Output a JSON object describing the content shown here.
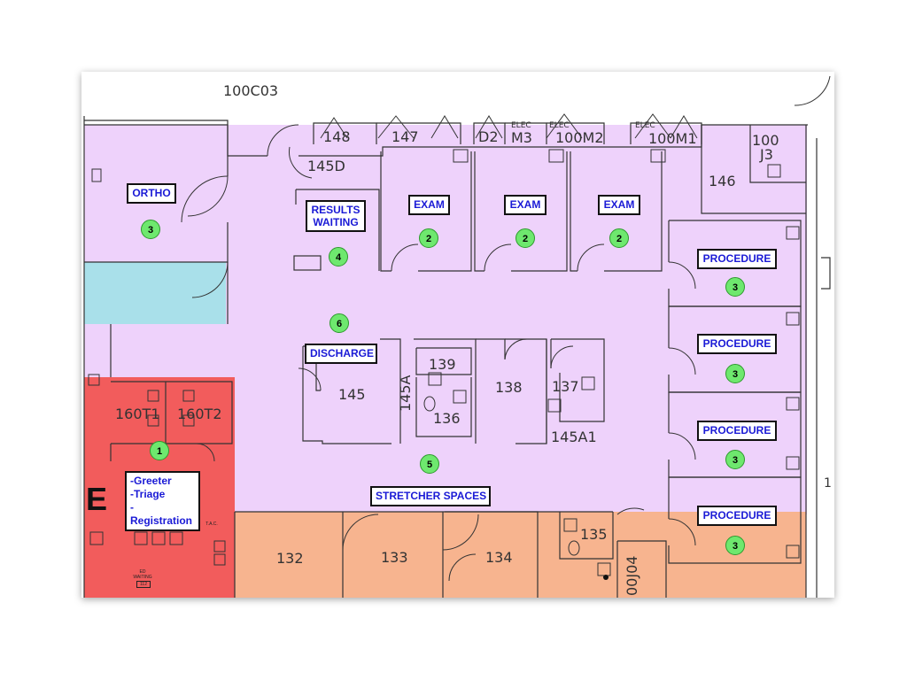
{
  "colors": {
    "lavender": "#eed2fb",
    "red": "#f25c5c",
    "salmon": "#f7b48f",
    "cyan": "#a9e0ea",
    "badge_green": "#6ee86e",
    "label_text": "#1a1ad6"
  },
  "labels": {
    "ortho": "ORTHO",
    "results_line1": "RESULTS",
    "results_line2": "WAITING",
    "exam1": "EXAM",
    "exam2": "EXAM",
    "exam3": "EXAM",
    "procedure1": "PROCEDURE",
    "procedure2": "PROCEDURE",
    "procedure3": "PROCEDURE",
    "procedure4": "PROCEDURE",
    "discharge": "DISCHARGE",
    "stretcher": "STRETCHER SPACES",
    "greeter": "-Greeter",
    "triage": "-Triage",
    "registration": "-Registration"
  },
  "badges": {
    "ortho": "3",
    "results": "4",
    "exam1": "2",
    "exam2": "2",
    "exam3": "2",
    "procedure1": "3",
    "procedure2": "3",
    "procedure3": "3",
    "procedure4": "3",
    "discharge": "6",
    "triage": "1",
    "stretcher": "5"
  },
  "rooms": {
    "r100c03": "100C03",
    "r148": "148",
    "r147": "147",
    "rD2": "D2",
    "rM3": "M3",
    "rElec1": "ELEC",
    "rElec2": "ELEC",
    "rElec3": "ELEC",
    "r100M2": "100M2",
    "r100M1": "100M1",
    "r100": "100",
    "rJ3": "J3",
    "r145D": "145D",
    "r146": "146",
    "r139": "139",
    "r136": "136",
    "r138": "138",
    "r137": "137",
    "r145": "145",
    "r145A": "145A",
    "r145A1": "145A1",
    "r160T1": "160T1",
    "r160T2": "160T2",
    "r132": "132",
    "r133": "133",
    "r134": "134",
    "r135": "135",
    "r00J04": "00J04",
    "rE": "E",
    "r1": "1",
    "tac": "T.A.C.",
    "ed_waiting": "ED WAITING",
    "ed_waiting_num": "112"
  }
}
